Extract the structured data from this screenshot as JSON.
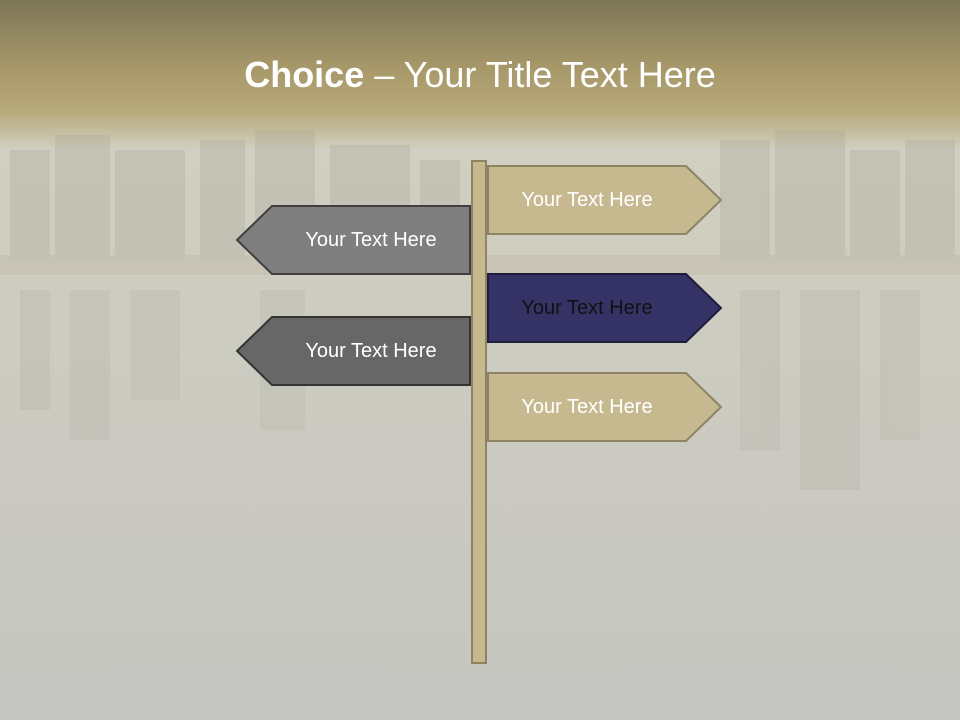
{
  "slide": {
    "title_bold": "Choice",
    "title_rest": " – Your Title Text Here"
  },
  "signs": {
    "right_top": "Your Text Here",
    "left_top": "Your Text Here",
    "right_middle": "Your Text Here",
    "left_bottom": "Your Text Here",
    "right_bottom": "Your Text Here"
  },
  "colors": {
    "header": "#a8996a",
    "sign_tan": "#c6b990",
    "sign_gray": "#7f7f7f",
    "sign_dark_gray": "#676767",
    "sign_navy": "#353366",
    "pole": "#c7b98e"
  }
}
